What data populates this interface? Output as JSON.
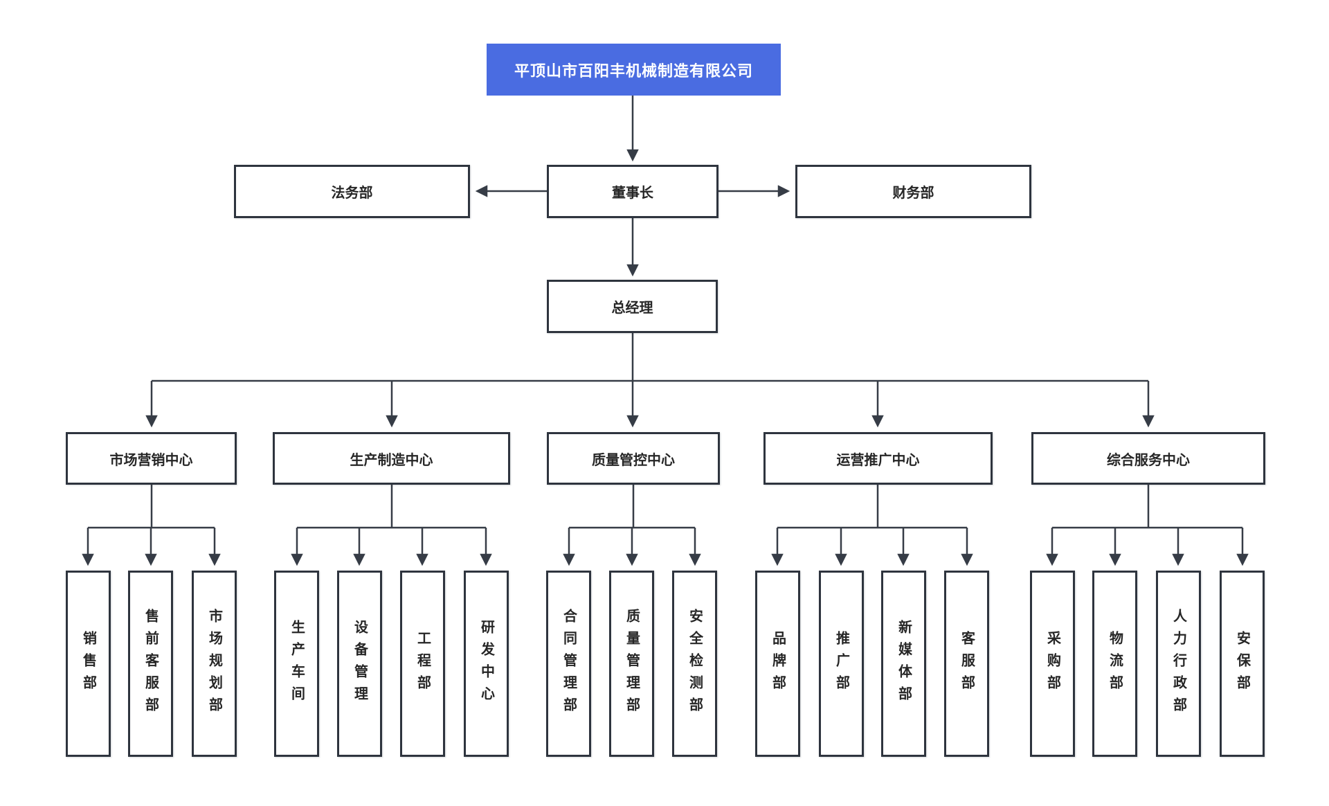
{
  "company": {
    "name": "平顶山市百阳丰机械制造有限公司"
  },
  "nodes": {
    "legal": "法务部",
    "chairman": "董事长",
    "finance": "财务部",
    "general_manager": "总经理"
  },
  "centers": [
    {
      "label": "市场营销中心",
      "children": [
        "销售部",
        "售前客服部",
        "市场规划部"
      ]
    },
    {
      "label": "生产制造中心",
      "children": [
        "生产车间",
        "设备管理",
        "工程部",
        "研发中心"
      ]
    },
    {
      "label": "质量管控中心",
      "children": [
        "合同管理部",
        "质量管理部",
        "安全检测部"
      ]
    },
    {
      "label": "运营推广中心",
      "children": [
        "品牌部",
        "推广部",
        "新媒体部",
        "客服部"
      ]
    },
    {
      "label": "综合服务中心",
      "children": [
        "采购部",
        "物流部",
        "人力行政部",
        "安保部"
      ]
    }
  ],
  "colors": {
    "background": "#ffffff",
    "accent": "#4a6ce1",
    "accent_text": "#ffffff",
    "line": "#363c46",
    "box_border": "#2e343e",
    "text": "#262626"
  }
}
